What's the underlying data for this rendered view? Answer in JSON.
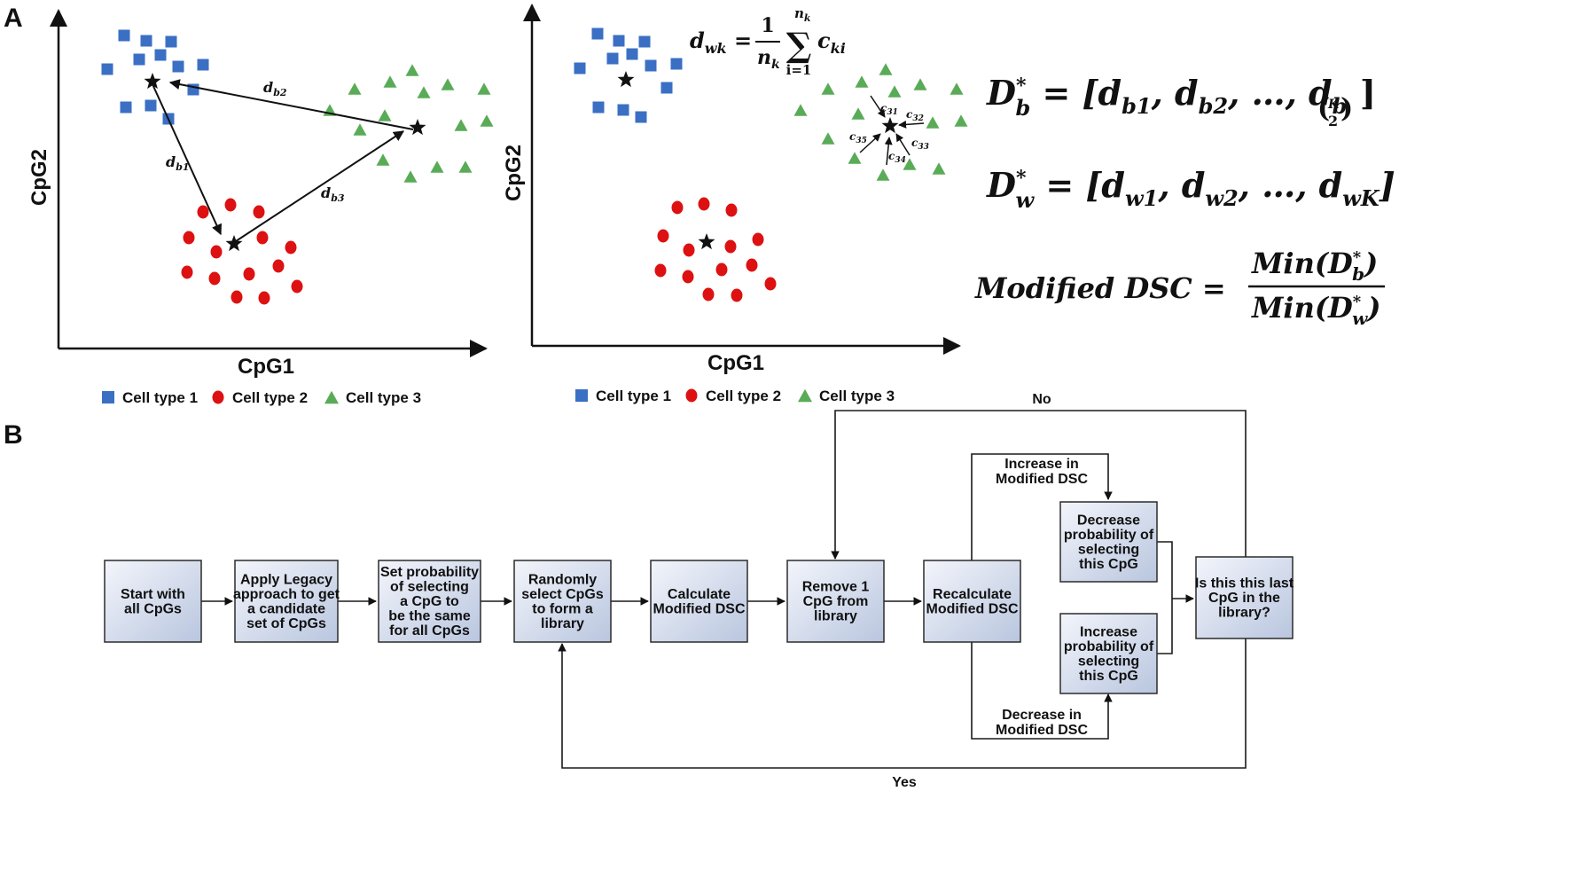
{
  "panel_a": {
    "label": "A",
    "left": {
      "xlabel": "CpG1",
      "ylabel": "CpG2",
      "distance_labels": [
        {
          "base": "d",
          "sub": "b1"
        },
        {
          "base": "d",
          "sub": "b2"
        },
        {
          "base": "d",
          "sub": "b3"
        }
      ]
    },
    "right": {
      "xlabel": "CpG1",
      "ylabel": "CpG2",
      "formula": {
        "lhs": "d",
        "lhs_sub": "wk",
        "num": "1",
        "den": "n",
        "den_sub": "k",
        "sum_top": "n",
        "sum_top_sub": "k",
        "sum_bottom": "i=1",
        "term": "c",
        "term_sub": "ki"
      },
      "c_labels": [
        "31",
        "32",
        "33",
        "34",
        "35"
      ]
    },
    "legend": [
      {
        "name": "Cell type 1",
        "shape": "square",
        "color": "#3a6fc4"
      },
      {
        "name": "Cell type 2",
        "shape": "circle",
        "color": "#dd1111"
      },
      {
        "name": "Cell type 3",
        "shape": "triangle",
        "color": "#5aab57"
      }
    ],
    "equations": {
      "db_lhs": "D",
      "db_sub": "b",
      "db_items": [
        "b1",
        "b2",
        "b"
      ],
      "dw_lhs": "D",
      "dw_sub": "w",
      "dw_items": [
        "w1",
        "w2",
        "wK"
      ],
      "dsc_lhs": "Modified DSC",
      "dsc_num": "Min(D",
      "dsc_num_sub": "b",
      "dsc_den": "Min(D",
      "dsc_den_sub": "w",
      "ellipsis": "…",
      "binom_top": "K",
      "binom_bottom": "2"
    }
  },
  "panel_b": {
    "label": "B",
    "boxes": [
      {
        "id": "start",
        "lines": [
          "Start with",
          "all CpGs"
        ]
      },
      {
        "id": "legacy",
        "lines": [
          "Apply Legacy",
          "approach to get",
          "a candidate",
          "set of CpGs"
        ]
      },
      {
        "id": "setprob",
        "lines": [
          "Set probability",
          "of selecting",
          "a CpG to",
          "be the same",
          "for all CpGs"
        ]
      },
      {
        "id": "random",
        "lines": [
          "Randomly",
          "select CpGs",
          "to form a",
          "library"
        ]
      },
      {
        "id": "calc",
        "lines": [
          "Calculate",
          "Modified DSC"
        ]
      },
      {
        "id": "remove",
        "lines": [
          "Remove 1",
          "CpG from",
          "library"
        ]
      },
      {
        "id": "recalc",
        "lines": [
          "Recalculate",
          "Modified DSC"
        ]
      },
      {
        "id": "decprob",
        "lines": [
          "Decrease",
          "probability of",
          "selecting",
          "this CpG"
        ]
      },
      {
        "id": "incprob",
        "lines": [
          "Increase",
          "probability of",
          "selecting",
          "this CpG"
        ]
      },
      {
        "id": "last",
        "lines": [
          "Is this this last",
          "CpG in the",
          "library?"
        ]
      }
    ],
    "edge_labels": {
      "increase": [
        "Increase in",
        "Modified DSC"
      ],
      "decrease": [
        "Decrease in",
        "Modified DSC"
      ],
      "no": "No",
      "yes": "Yes"
    }
  }
}
